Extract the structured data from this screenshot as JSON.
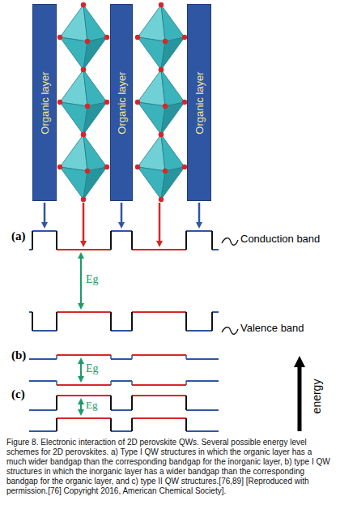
{
  "diagram": {
    "caption": "Figure 8. Electronic interaction of 2D perovskite QWs. Several possible energy level schemes for 2D perovskites. a) Type I QW structures in which the organic layer has a much wider bandgap than the corresponding bandgap for the inorganic layer, b) type I QW structures in which the inorganic layer has a wider bandgap than the corresponding bandgap for the organic layer, and c) type II QW structures.[76,89] [Reproduced with permission.[76] Copyright 2016, American Chemical Society].",
    "nodes": [
      {
        "text": [
          "Organic layer"
        ]
      },
      {
        "text": [
          "Organic layer"
        ]
      },
      {
        "text": [
          "Organic layer"
        ]
      }
    ],
    "labels": [
      "(a)",
      "Conduction band",
      "Eg",
      "Valence band",
      "(b)",
      "Eg",
      "(c)",
      "Eg",
      "energy"
    ]
  }
}
